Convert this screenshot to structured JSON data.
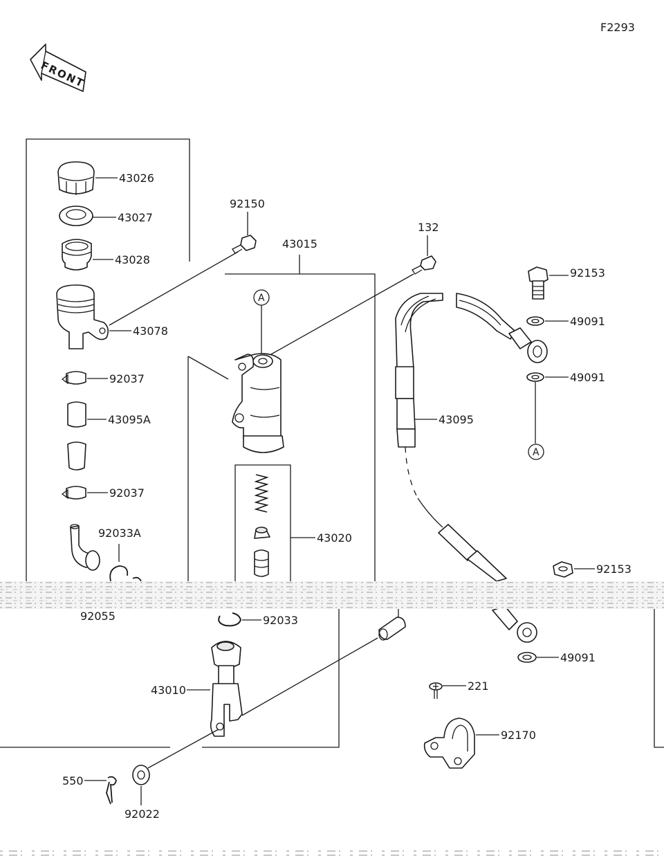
{
  "figure_code": "F2293",
  "front_label": "FRONT",
  "callout_a": "A",
  "parts": {
    "p43026": "43026",
    "p43027": "43027",
    "p43028": "43028",
    "p43078": "43078",
    "p92037_top": "92037",
    "p43095A": "43095A",
    "p92037_bottom": "92037",
    "p92033A": "92033A",
    "p92055": "92055",
    "p92150": "92150",
    "p43015": "43015",
    "p132": "132",
    "p43020": "43020",
    "p92033": "92033",
    "p43010": "43010",
    "p550": "550",
    "p92022": "92022",
    "p92153_top": "92153",
    "p49091_top": "49091",
    "p49091_mid": "49091",
    "p43095": "43095",
    "p92153_bottom": "92153",
    "p49091_bottom": "49091",
    "p221": "221",
    "p92170": "92170"
  }
}
